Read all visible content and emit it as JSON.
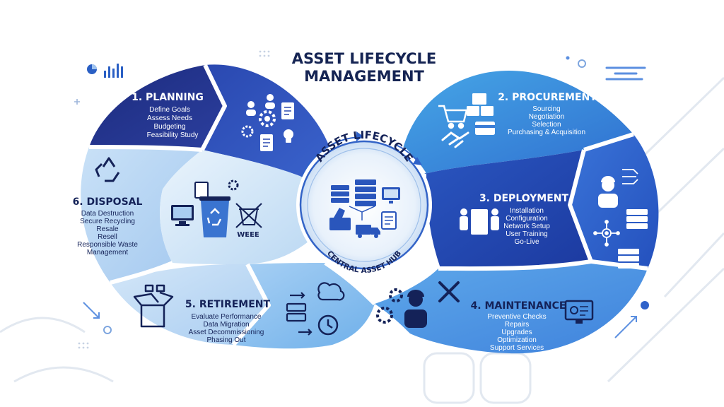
{
  "title": {
    "line1": "ASSET LIFECYCLE",
    "line2": "MANAGEMENT"
  },
  "hub": {
    "top": "ASSET LIFECYCLE",
    "bottom": "CENTRAL ASSET HUB",
    "icons": [
      "server-rack-icon",
      "monitor-icon",
      "factory-robot-icon",
      "document-icon",
      "truck-icon",
      "database-icon"
    ]
  },
  "stages": {
    "planning": {
      "title": "1. PLANNING",
      "items": [
        "Define Goals",
        "Assess Needs",
        "Budgeting",
        "Feasibility Study"
      ],
      "icons": [
        "team-gear-icon",
        "checklist-icon",
        "lightbulb-icon"
      ]
    },
    "procurement": {
      "title": "2. PROCUREMENT",
      "items": [
        "Sourcing",
        "Negotiation",
        "Selection",
        "Purchasing & Acquisition"
      ],
      "icons": [
        "shopping-cart-icon",
        "boxes-icon",
        "handshake-icon",
        "credit-card-icon"
      ]
    },
    "deployment": {
      "title": "3. DEPLOYMENT",
      "items": [
        "Installation",
        "Configuration",
        "Network Setup",
        "User Training",
        "Go-Live"
      ],
      "icons": [
        "installers-icon",
        "technician-icon",
        "network-icon",
        "server-icon"
      ]
    },
    "maintenance": {
      "title": "4. MAINTENANCE",
      "items": [
        "Preventive Checks",
        "Repairs",
        "Upgrades",
        "Optimization",
        "Support Services"
      ],
      "icons": [
        "mechanic-icon",
        "gears-icon",
        "tools-icon",
        "monitor-gear-icon"
      ]
    },
    "retirement": {
      "title": "5. RETIREMENT",
      "items": [
        "Evaluate Performance",
        "Data Migration",
        "Asset Decommissioning",
        "Phasing Out"
      ],
      "icons": [
        "open-box-icon",
        "cloud-transfer-icon",
        "clock-icon"
      ]
    },
    "disposal": {
      "title": "6. DISPOSAL",
      "items": [
        "Data Destruction",
        "Secure Recycling",
        "Resale",
        "Resell",
        "Responsible Waste",
        "Management"
      ],
      "icons": [
        "recycle-icon",
        "recycle-bin-icon",
        "monitor-icon",
        "weee-bin-icon"
      ],
      "weee_label": "WEEE"
    }
  },
  "colors": {
    "navy": "#1a2a78",
    "blue": "#2f62c9",
    "sky": "#4a90dd",
    "pale": "#b9d6f3",
    "title": "#152453"
  }
}
